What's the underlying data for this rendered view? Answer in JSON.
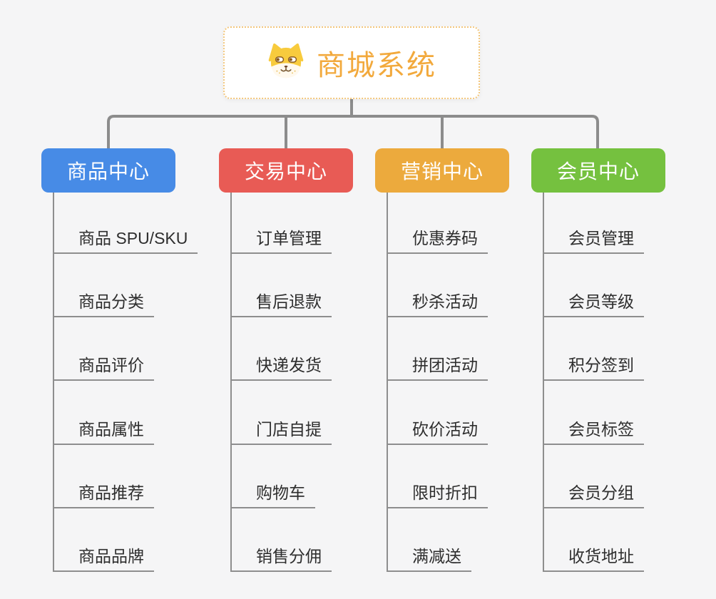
{
  "root": {
    "title": "商城系统",
    "icon": "dog-face-icon"
  },
  "branches": [
    {
      "label": "商品中心",
      "color": "#478BE6",
      "items": [
        "商品 SPU/SKU",
        "商品分类",
        "商品评价",
        "商品属性",
        "商品推荐",
        "商品品牌"
      ]
    },
    {
      "label": "交易中心",
      "color": "#E85B55",
      "items": [
        "订单管理",
        "售后退款",
        "快递发货",
        "门店自提",
        "购物车",
        "销售分佣"
      ]
    },
    {
      "label": "营销中心",
      "color": "#ECAA3D",
      "items": [
        "优惠券码",
        "秒杀活动",
        "拼团活动",
        "砍价活动",
        "限时折扣",
        "满减送"
      ]
    },
    {
      "label": "会员中心",
      "color": "#75C13F",
      "items": [
        "会员管理",
        "会员等级",
        "积分签到",
        "会员标签",
        "会员分组",
        "收货地址"
      ]
    }
  ],
  "colors": {
    "background": "#F5F5F6",
    "root_title": "#F2A93C",
    "root_border": "#F3C77D",
    "connector_gray": "#8C8C8C",
    "underline_gray": "#8E8E8E",
    "item_text": "#2E2E2E"
  }
}
